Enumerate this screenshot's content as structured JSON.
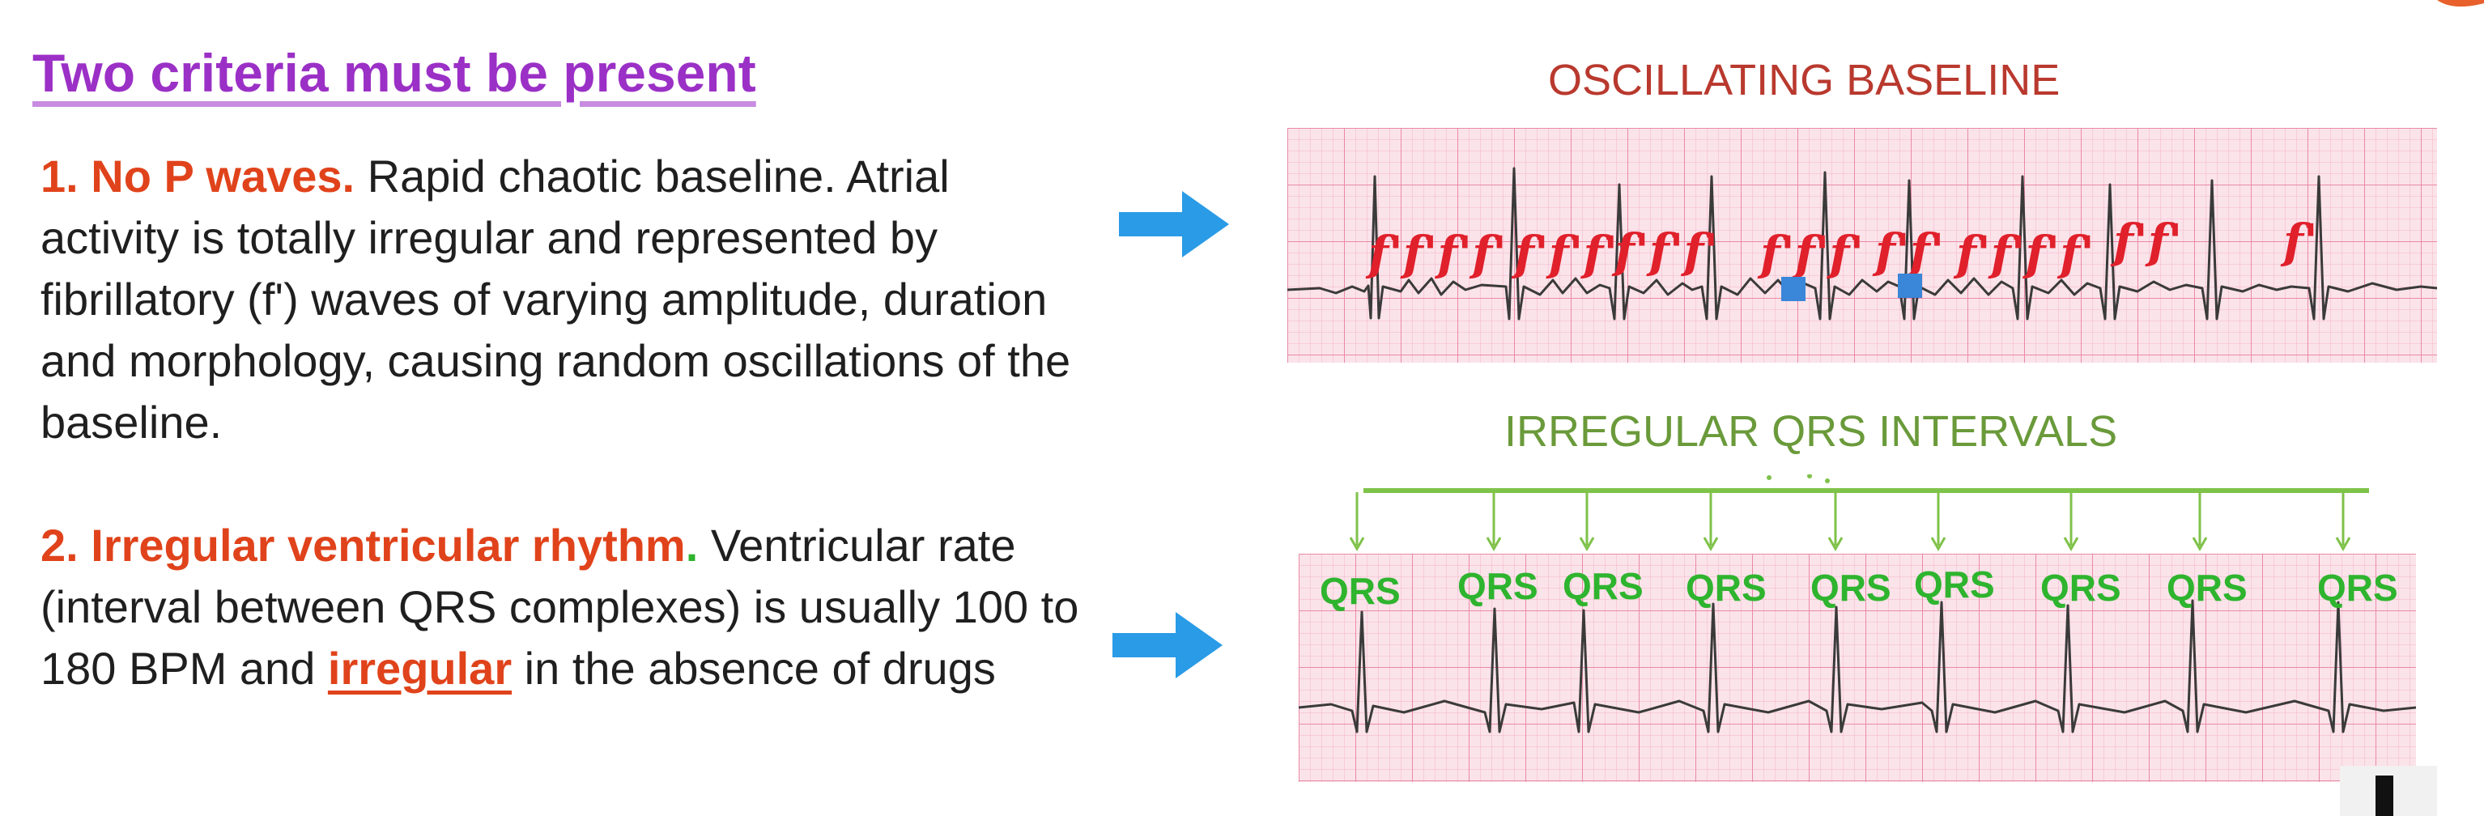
{
  "heading": "Two criteria must be present",
  "criterion1": {
    "lead": "1. No P waves.",
    "text": " Rapid chaotic baseline. Atrial activity is totally irregular and represented by fibrillatory (f') waves of varying amplitude, duration and morphology, causing random oscillations of the baseline."
  },
  "criterion2": {
    "lead": "2. Irregular ventricular rhythm",
    "dot": ".",
    "text_a": " Ventricular rate (interval between QRS complexes) is usually 100 to 180 BPM and ",
    "highlight": "irregular",
    "text_b": " in the absence of drugs"
  },
  "panel1": {
    "title": "OSCILLATING BASELINE",
    "f_labels": [
      "f'f'f'f'",
      "f'f'f'",
      "f'f'f'",
      "f'f'f'",
      "f'f'",
      "f'f'f'f'",
      "f'f'",
      "f'"
    ]
  },
  "panel2": {
    "title": "IRREGULAR QRS INTERVALS",
    "qrs_labels": [
      "QRS",
      "QRS",
      "QRS",
      "QRS",
      "QRS",
      "QRS",
      "QRS",
      "QRS",
      "QRS"
    ]
  },
  "colors": {
    "heading": "#9b30c6",
    "lead": "#e0431b",
    "arrow": "#2a9be6",
    "grid_bg": "#fbe3ea",
    "qrs_label": "#2eb42e",
    "f_label": "#e0202b",
    "bracket": "#7fc24a"
  },
  "icons": [
    "right-arrow-icon",
    "right-arrow-icon"
  ]
}
